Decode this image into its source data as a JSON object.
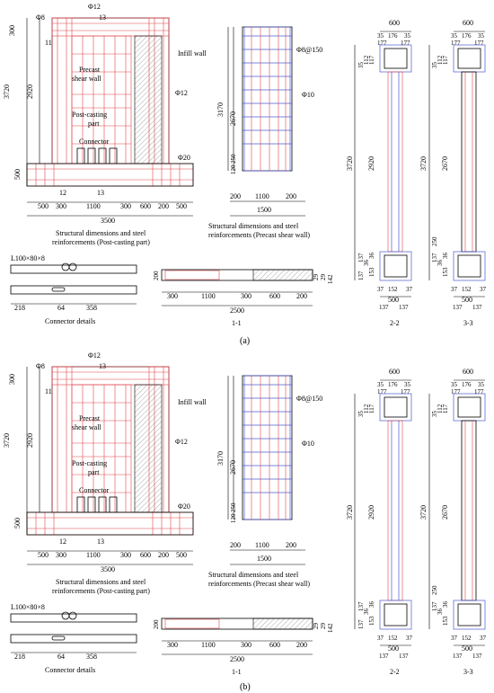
{
  "panel_a": {
    "elevation": {
      "top_rebar_a": "Φ8",
      "top_rebar_b": "Φ12",
      "top_num_13": "13",
      "side_num_11": "11",
      "left_dim_300": "300",
      "left_dim_3720": "3720",
      "left_dim_2920": "2920",
      "left_dim_500": "500",
      "label_infill_wall": "Infill wall",
      "label_precast_l1": "Precast",
      "label_precast_l2": "shear wall",
      "label_rebar_mid": "Φ12",
      "label_post_casting_l1": "Post-casting",
      "label_post_casting_l2": "part",
      "label_connector": "Connector",
      "dim_3170": "3170",
      "label_rebar_low": "Φ20",
      "bottom_num_12": "12",
      "bottom_num_13": "13",
      "bottom_dims": [
        "500",
        "300",
        "1100",
        "300",
        "600",
        "200",
        "500"
      ],
      "total_3500": "3500",
      "caption_l1": "Structural dimensions and steel",
      "caption_l2": "reinforcements (Post-casting part)"
    },
    "precast": {
      "label_rebar_stirrup": "Φ8@150",
      "label_rebar_vert": "Φ10",
      "dim_2670": "2670",
      "dim_250": "250",
      "dim_120": "120",
      "bottom_dims": [
        "200",
        "1100",
        "200"
      ],
      "total_1500": "1500",
      "caption_l1": "Structural dimensions and steel",
      "caption_l2": "reinforcements (Precast shear wall)"
    },
    "connector": {
      "angle_label": "L100×80×8",
      "dims": [
        "218",
        "64",
        "358"
      ],
      "caption": "Connector details"
    },
    "section_11": {
      "dim_200": "200",
      "dims": [
        "300",
        "1100",
        "300",
        "600",
        "200"
      ],
      "total_2500": "2500",
      "side_dims": [
        "29",
        "29",
        "142"
      ],
      "caption": "1-1"
    },
    "section_22": {
      "top_600": "600",
      "top_dims": [
        "35",
        "176",
        "35"
      ],
      "sub_dims": [
        "177",
        "177"
      ],
      "left_top_dims": [
        "35",
        "112",
        "117"
      ],
      "dim_3720": "3720",
      "dim_2920": "2920",
      "left_bot_dims": [
        "36",
        "153",
        "36",
        "137",
        "137"
      ],
      "bot_dims": [
        "37",
        "152",
        "37"
      ],
      "bot_500": "500",
      "bot_sub": [
        "137",
        "137"
      ],
      "caption": "2-2"
    },
    "section_33": {
      "top_600": "600",
      "top_dims": [
        "35",
        "176",
        "35"
      ],
      "sub_dims": [
        "177",
        "177"
      ],
      "left_top_dims": [
        "35",
        "112",
        "117"
      ],
      "dim_3720": "3720",
      "dim_2670": "2670",
      "left_bot_dims": [
        "36",
        "153",
        "36",
        "137",
        "250"
      ],
      "bot_dims": [
        "37",
        "152",
        "37"
      ],
      "bot_500": "500",
      "bot_sub": [
        "137",
        "137"
      ],
      "caption": "3-3"
    },
    "panel_label": "(a)"
  },
  "panel_b": {
    "panel_label": "(b)"
  },
  "colors": {
    "rebar_red": "#e0454a",
    "rebar_blue": "#4a5bd0",
    "line_black": "#000000"
  }
}
